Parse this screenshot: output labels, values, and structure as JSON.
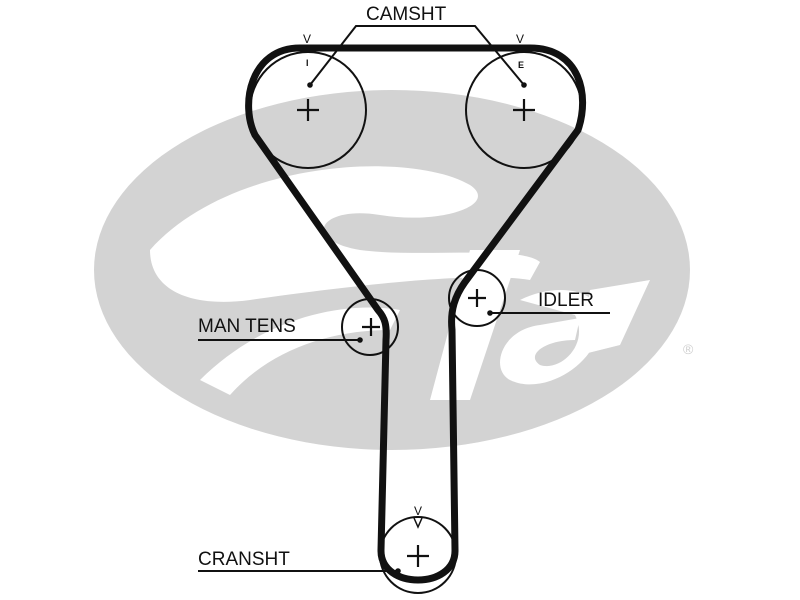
{
  "diagram": {
    "type": "timing-belt-routing",
    "brand_watermark": "Gates",
    "registered_mark": "®",
    "colors": {
      "belt": "#111111",
      "watermark": "#d3d3d3",
      "background": "#ffffff"
    },
    "labels": {
      "camshaft": "CAMSHT",
      "manual_tensioner": "MAN TENS",
      "idler": "IDLER",
      "crankshaft": "CRANSHT"
    },
    "timing_marks": {
      "cam_intake_mark": "V",
      "cam_intake_letter": "I",
      "cam_exhaust_mark": "V",
      "cam_exhaust_letter": "E",
      "crank_mark": "V"
    },
    "pulleys": [
      {
        "id": "cam-intake",
        "label_ref": "camshaft",
        "marker": "I"
      },
      {
        "id": "cam-exhaust",
        "label_ref": "camshaft",
        "marker": "E"
      },
      {
        "id": "manual-tensioner",
        "label_ref": "manual_tensioner"
      },
      {
        "id": "idler",
        "label_ref": "idler"
      },
      {
        "id": "crankshaft",
        "label_ref": "crankshaft"
      }
    ]
  }
}
